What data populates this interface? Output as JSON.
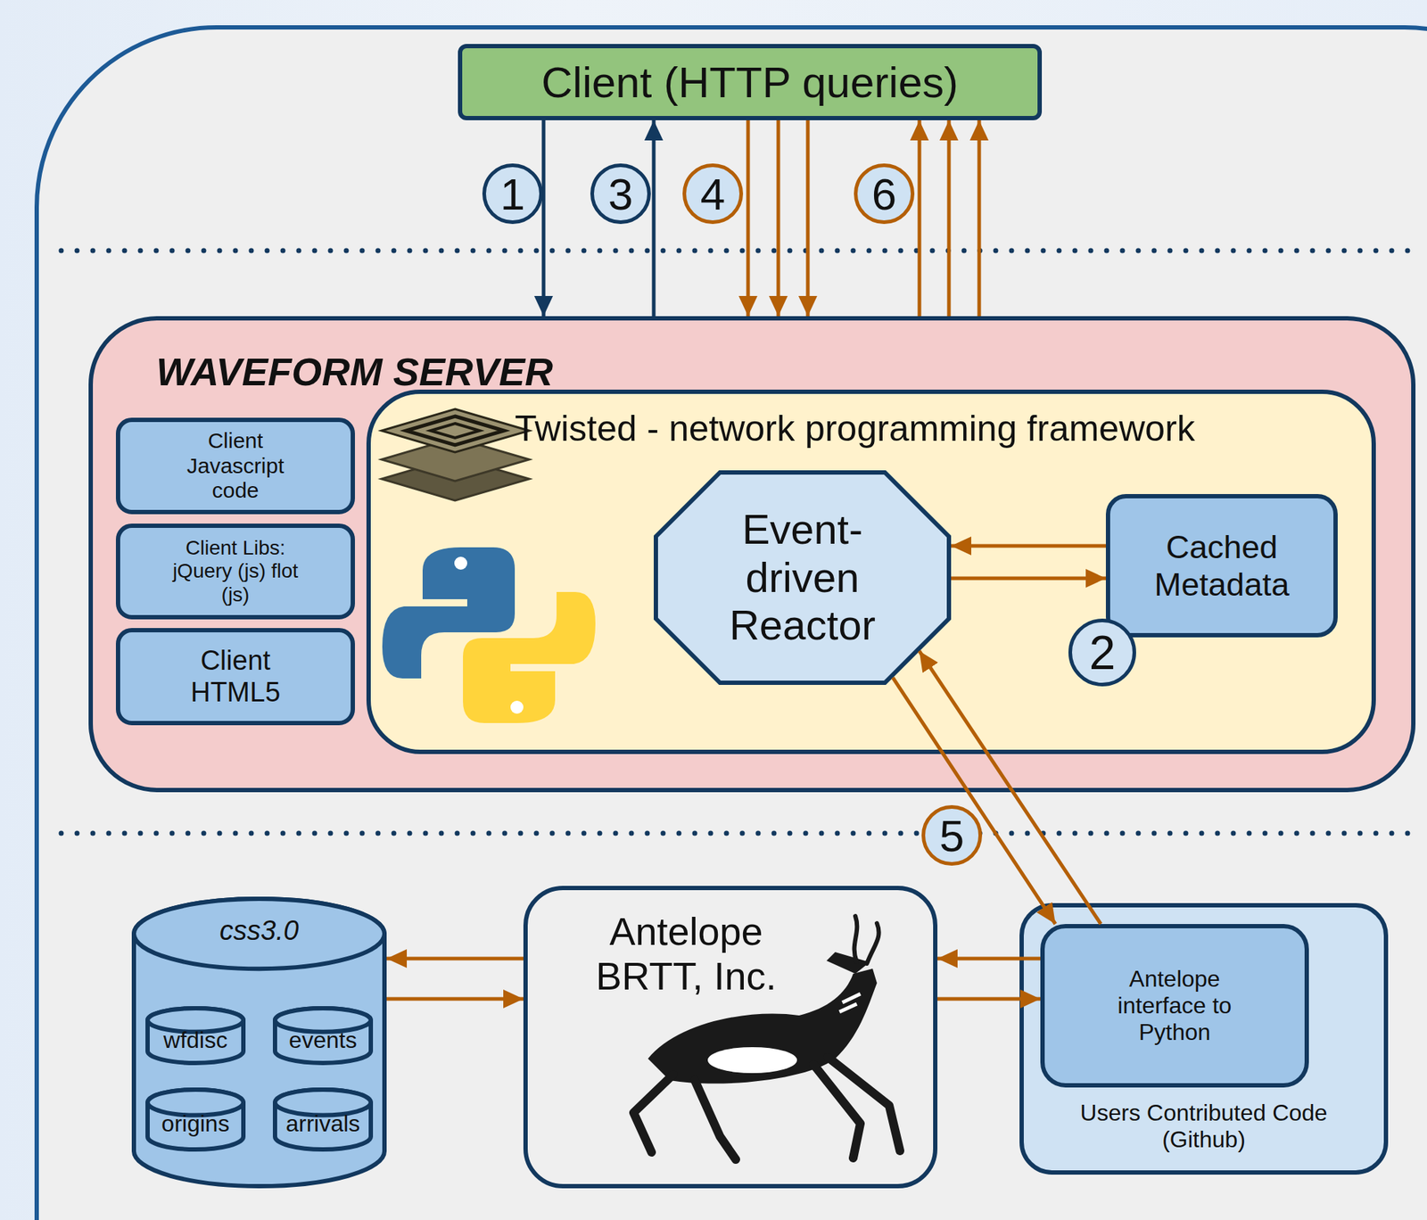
{
  "diagram": {
    "nodes": [
      {
        "text": [
          "Client (HTTP queries)"
        ]
      },
      {
        "text": [
          "WAVEFORM SERVER"
        ]
      },
      {
        "text": [
          "Client Javascript code"
        ],
        "in": 1
      },
      {
        "text": [
          "Client Libs: jQuery (js) flot (js)"
        ],
        "in": 1
      },
      {
        "text": [
          "Client HTML5"
        ],
        "in": 1
      },
      {
        "text": [
          "Twisted - network programming framework"
        ],
        "in": 1
      },
      {
        "text": [
          "Event-driven Reactor"
        ],
        "in": 5
      },
      {
        "text": [
          "Cached Metadata"
        ],
        "in": 5
      },
      {
        "text": [
          "css3.0"
        ]
      },
      {
        "text": [
          "wfdisc"
        ],
        "in": 8
      },
      {
        "text": [
          "events"
        ],
        "in": 8
      },
      {
        "text": [
          "origins"
        ],
        "in": 8
      },
      {
        "text": [
          "arrivals"
        ],
        "in": 8
      },
      {
        "text": [
          "Antelope BRTT, Inc."
        ]
      },
      {
        "text": [
          "Users Contributed Code (Github)"
        ]
      },
      {
        "text": [
          "Antelope interface to Python"
        ],
        "in": 14
      }
    ],
    "edges": [
      {
        "from": 0,
        "to": 1,
        "arrow": "to",
        "label": "1"
      },
      {
        "from": 1,
        "to": 0,
        "arrow": "to",
        "label": "3"
      },
      {
        "from": 0,
        "to": 1,
        "arrow": "to",
        "label": "4"
      },
      {
        "from": 0,
        "to": 1,
        "arrow": "to"
      },
      {
        "from": 0,
        "to": 1,
        "arrow": "to"
      },
      {
        "from": 1,
        "to": 0,
        "arrow": "to",
        "label": "6"
      },
      {
        "from": 1,
        "to": 0,
        "arrow": "to"
      },
      {
        "from": 1,
        "to": 0,
        "arrow": "to"
      },
      {
        "from": 7,
        "to": 6,
        "arrow": "to"
      },
      {
        "from": 6,
        "to": 7,
        "arrow": "to"
      },
      {
        "from": 6,
        "to": 15,
        "arrow": "to",
        "label": "5"
      },
      {
        "from": 15,
        "to": 6,
        "arrow": "to"
      },
      {
        "from": 13,
        "to": 8,
        "arrow": "to"
      },
      {
        "from": 8,
        "to": 13,
        "arrow": "to"
      },
      {
        "from": 15,
        "to": 13,
        "arrow": "to"
      },
      {
        "from": 13,
        "to": 15,
        "arrow": "to"
      }
    ],
    "labels": [
      "2"
    ]
  }
}
